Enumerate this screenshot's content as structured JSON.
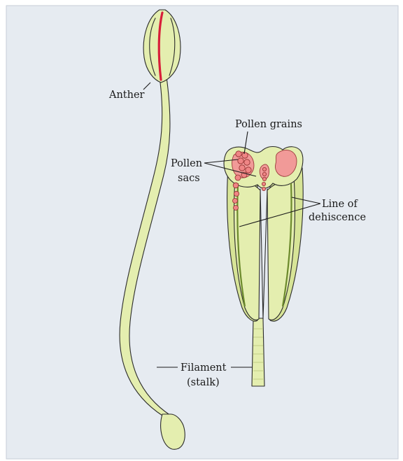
{
  "labels": {
    "anther": "Anther",
    "pollen_grains": "Pollen grains",
    "pollen_sacs_line1": "Pollen",
    "pollen_sacs_line2": "sacs",
    "line_of_dehiscence_line1": "Line of",
    "line_of_dehiscence_line2": "dehiscence",
    "filament_line1": "Filament",
    "filament_line2": "(stalk)"
  },
  "colors": {
    "background": "#e6ebf1",
    "plant_tissue": "#e4eeaf",
    "dehiscence_line": "#6c8a2c",
    "pollen": "#ef8585",
    "stomium_red": "#d81f3a"
  }
}
